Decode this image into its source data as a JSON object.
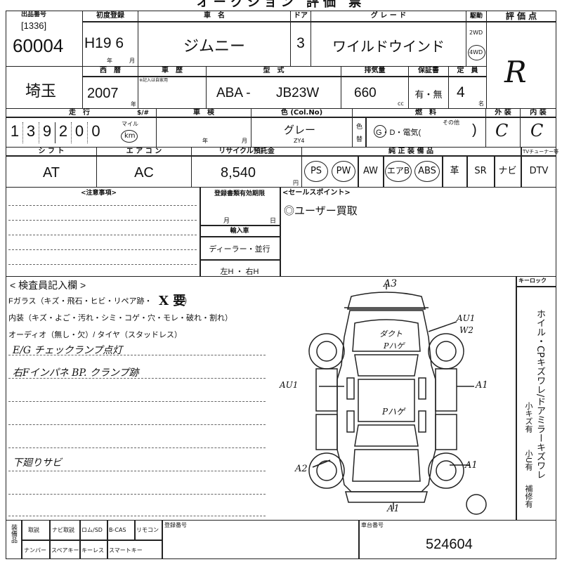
{
  "top_cut_text": "オークション 評価 票",
  "header": {
    "lot_top_label": "出品番号",
    "lot_bracket": "[1336]",
    "lot_number": "60004",
    "first_reg_label": "初度登録",
    "first_reg_value": "H19 6",
    "first_reg_year_unit": "年",
    "first_reg_month_unit": "月",
    "car_name_label": "車　名",
    "car_name": "ジムニー",
    "door_label": "ドア",
    "doors": "3",
    "grade_label": "グ レ ー ド",
    "grade": "ワイルドウインド",
    "drive_label": "駆動",
    "drive_2wd": "2WD",
    "drive_4wd": "4WD",
    "eval_label": "評 価 点",
    "score": "R"
  },
  "row2": {
    "region": "埼玉",
    "year_label": "西　暦",
    "year": "2007",
    "year_unit": "年",
    "history_label": "車　歴",
    "history_note": "※記入は自家用",
    "model_label": "型　式",
    "model_prefix": "ABA -",
    "model": "JB23W",
    "displacement_label": "排気量",
    "displacement": "660",
    "displacement_unit": "cc",
    "warranty_label": "保証書",
    "warranty": "有・無",
    "capacity_label": "定　員",
    "capacity": "4",
    "capacity_unit": "名"
  },
  "row3": {
    "mileage_label": "走　行",
    "mileage_digits": [
      "1",
      "3",
      "9",
      "2",
      "0",
      "0"
    ],
    "mile_unit": "マイル",
    "km_unit": "km",
    "sharp_label": "$/#",
    "inspection_label": "車　検",
    "inspection_year_unit": "年",
    "inspection_month_unit": "月",
    "color_label": "色 (Col.No)",
    "color": "グレー",
    "color_code": "ZY4",
    "color_change_label": "色替",
    "fuel_label": "燃　料",
    "fuel_options": "G・D・電気(",
    "fuel_other": "その他",
    "fuel_close": ")",
    "exterior_label": "外 装",
    "exterior": "C",
    "interior_label": "内 装",
    "interior": "C"
  },
  "row4": {
    "shift_label": "シ フ ト",
    "shift": "AT",
    "ac_label": "エ ア コ ン",
    "ac": "AC",
    "recycle_label": "リサイクル預託金",
    "recycle_fee": "8,540",
    "recycle_unit": "円",
    "equipment_label": "純 正 装 備 品",
    "equipment_items": [
      "PS",
      "PW",
      "AW",
      "エアB",
      "ABS",
      "革",
      "SR",
      "ナビ",
      "DTV"
    ],
    "tv_tuner_label": "TVチューナー等"
  },
  "row5": {
    "notes_label": "<注意事項>",
    "doc_deadline_label": "登録書類有効期限",
    "month_label": "月",
    "day_label": "日",
    "import_label": "輸入車",
    "dealer_label": "ディーラー・並行",
    "handle_label": "左H ・ 右H",
    "sales_point_label": "<セールスポイント>",
    "sales_point": "◎ユーザー買取"
  },
  "inspector": {
    "title": "< 検査員記入欄 >",
    "glass_line": "Fガラス（キズ・飛石・ヒビ・リペア跡・",
    "glass_mark": "X 要",
    "glass_close": "）",
    "interior_line": "内装（キズ・よご・汚れ・シミ・コゲ・穴・モレ・破れ・割れ）",
    "audio_line": "オーディオ（無し・欠）/ タイヤ（スタッドレス）",
    "handwritten": [
      "E/G チェックランプ点灯",
      "右Fインパネ BP. クランプ跡",
      "",
      "",
      "",
      "",
      "下廻りサビ"
    ]
  },
  "diagram": {
    "key_label": "キーロック",
    "annotations": {
      "front": "A3",
      "top_note1": "ダクト",
      "top_note2": "Pハゲ",
      "right_top1": "AU1",
      "right_top2": "W2",
      "left_mid": "AU1",
      "right_mid": "A1",
      "center": "Pハゲ",
      "left_rear": "A2",
      "right_rear": "A1",
      "rear": "A1"
    },
    "side_text": "ホイル・CPキズワレ/ドアミラーキズワレ",
    "side_small_1": "小キズ有",
    "side_small_2": "小U有",
    "side_small_3": "補修有"
  },
  "bottom": {
    "equipment_label": "装備品",
    "items_row1": [
      "取説",
      "ナビ取説",
      "ロム/SD",
      "B-CAS",
      "リモコン"
    ],
    "items_row2": [
      "ナンバー",
      "スペアキー",
      "キーレス",
      "スマートキー"
    ],
    "reg_number_label": "登録番号",
    "chassis_label": "車台番号",
    "chassis_number": "524604"
  }
}
